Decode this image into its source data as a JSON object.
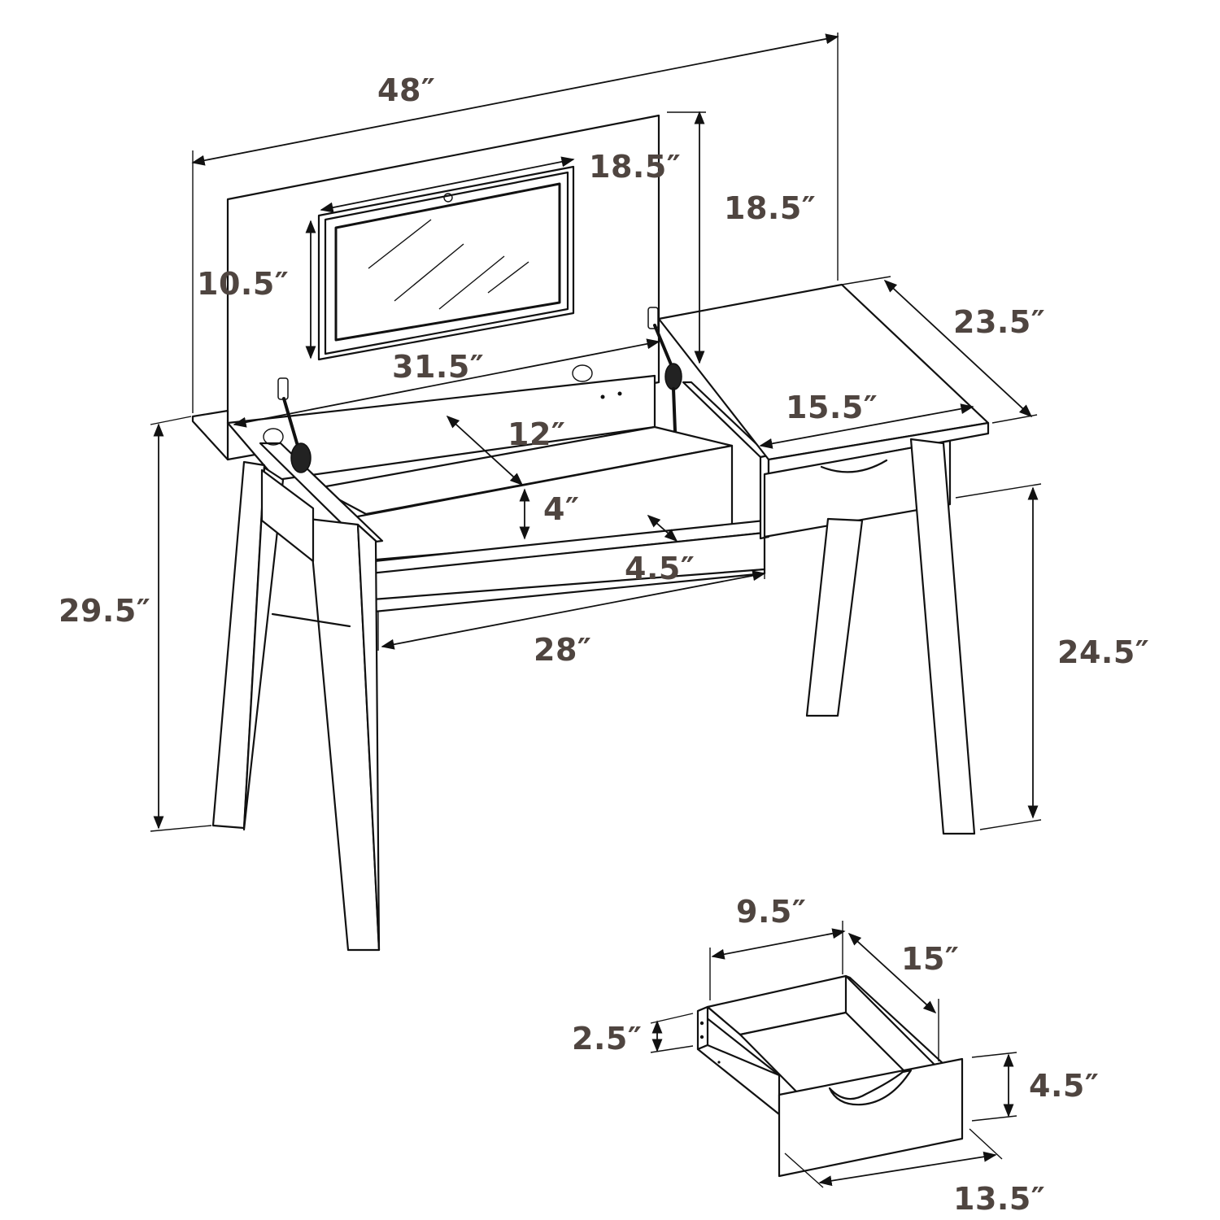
{
  "diagram": {
    "subject": "Vanity desk with flip-up mirror lid and side drawer",
    "label_color": "#4f4540",
    "line_color": "#111111",
    "background": "#ffffff"
  },
  "dimensions": {
    "overall_width": "48″",
    "lid_height_inner": "18.5″",
    "lid_height_outer": "18.5″",
    "mirror_height": "10.5″",
    "mirror_width": "31.5″",
    "desk_depth": "23.5″",
    "drawer_section_width": "15.5″",
    "storage_depth": "12″",
    "storage_height": "4″",
    "front_ledge_depth": "4.5″",
    "storage_width": "28″",
    "overall_height": "29.5″",
    "knee_clearance": "24.5″"
  },
  "drawer_detail": {
    "width": "9.5″",
    "depth": "15″",
    "side_height": "2.5″",
    "front_height": "4.5″",
    "front_width": "13.5″"
  }
}
